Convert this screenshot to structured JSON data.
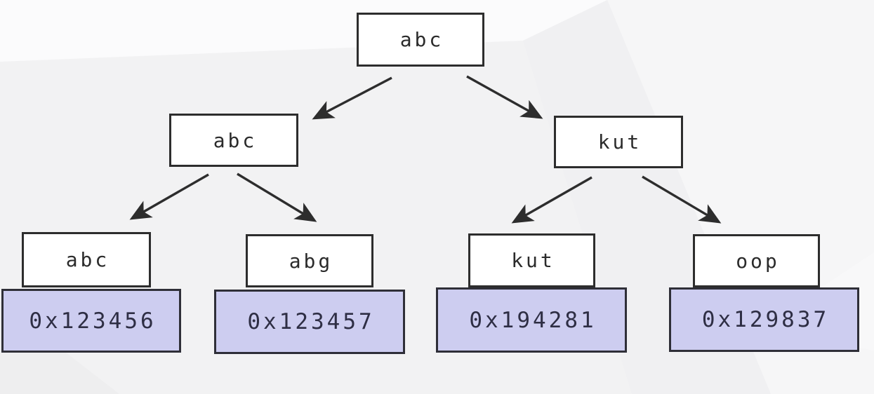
{
  "diagram": {
    "type": "tree",
    "description": "Binary tree of name nodes; leaf nodes sit on memory-address cells",
    "colors": {
      "background": "#f2f2f3",
      "node_bg": "#ffffff",
      "node_border": "#2d2d2d",
      "node_text": "#2b2b2b",
      "memory_bg": "#cdcdf0",
      "memory_border": "#2f2f38",
      "memory_text": "#2e2e44",
      "arrow": "#2d2d2d"
    },
    "nodes": {
      "root": {
        "label": "abc"
      },
      "left": {
        "label": "abc"
      },
      "right": {
        "label": "kut"
      },
      "leaves": [
        {
          "label": "abc",
          "address": "0x123456"
        },
        {
          "label": "abg",
          "address": "0x123457"
        },
        {
          "label": "kut",
          "address": "0x194281"
        },
        {
          "label": "oop",
          "address": "0x129837"
        }
      ]
    },
    "edges": [
      {
        "from": "root",
        "to": "left"
      },
      {
        "from": "root",
        "to": "right"
      },
      {
        "from": "left",
        "to": "leaf-abc"
      },
      {
        "from": "left",
        "to": "leaf-abg"
      },
      {
        "from": "right",
        "to": "leaf-kut"
      },
      {
        "from": "right",
        "to": "leaf-oop"
      }
    ]
  }
}
